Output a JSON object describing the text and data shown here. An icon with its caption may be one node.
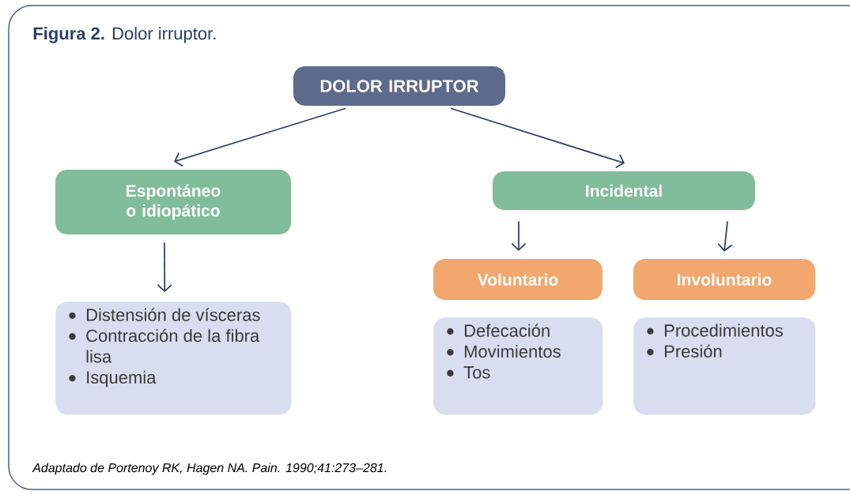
{
  "diagram": {
    "title": "**Figura 2.** Dolor irruptor.",
    "caption": "Adaptado de Portenoy RK, Hagen NA. Pain. 1990;41:273–281.",
    "nodes": [
      {
        "text": [
          "DOLOR IRRUPTOR"
        ]
      },
      {
        "text": [
          "Espontáneo o idiopático"
        ]
      },
      {
        "text": [
          "Incidental"
        ]
      },
      {
        "text": [
          "Distensión de vísceras",
          "Contracción de la fibra lisa",
          "Isquemia"
        ]
      },
      {
        "text": [
          "Voluntario"
        ]
      },
      {
        "text": [
          "Involuntario"
        ]
      },
      {
        "text": [
          "Defecación",
          "Movimientos",
          "Tos"
        ]
      },
      {
        "text": [
          "Procedimientos",
          "Presión"
        ]
      }
    ],
    "edges": [
      {
        "from": 0,
        "to": 1,
        "arrow": "to"
      },
      {
        "from": 0,
        "to": 2,
        "arrow": "to"
      },
      {
        "from": 1,
        "to": 3,
        "arrow": "to"
      },
      {
        "from": 2,
        "to": 4,
        "arrow": "to"
      },
      {
        "from": 2,
        "to": 5,
        "arrow": "to"
      }
    ]
  }
}
